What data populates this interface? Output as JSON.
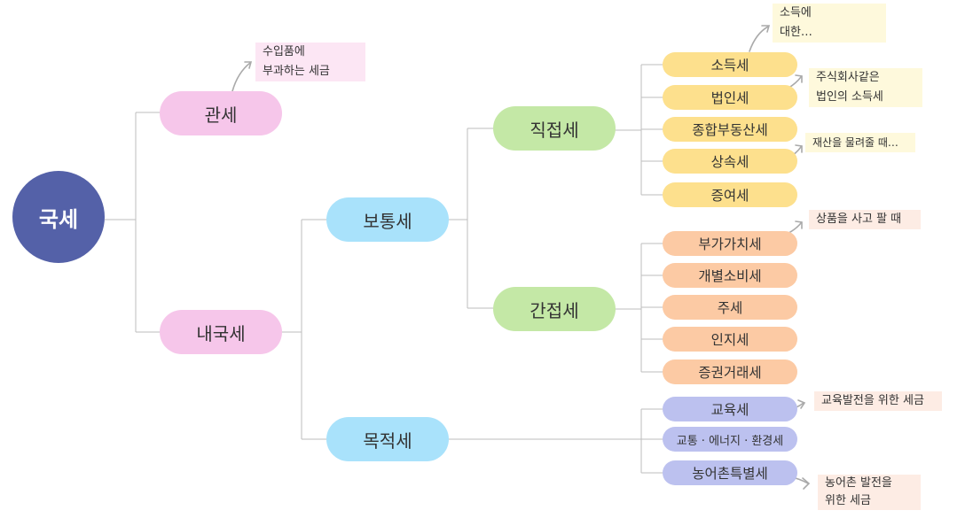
{
  "root": "국세",
  "customs": "관세",
  "internal": "내국세",
  "ordinary": "보통세",
  "purpose": "목적세",
  "direct": "직접세",
  "indirect": "간접세",
  "direct_taxes": [
    "소득세",
    "법인세",
    "종합부동산세",
    "상속세",
    "증여세"
  ],
  "indirect_taxes": [
    "부가가치세",
    "개별소비세",
    "주세",
    "인지세",
    "증권거래세"
  ],
  "purpose_taxes": [
    "교육세",
    "교통 · 에너지 · 환경세",
    "농어촌특별세"
  ],
  "notes": {
    "customs": [
      "수입품에",
      "부과하는 세금"
    ],
    "income": [
      "소득에",
      "대한…"
    ],
    "corporate": [
      "주식회사같은",
      "법인의 소득세"
    ],
    "inheritance": [
      "재산을 물려줄 때…"
    ],
    "vat": [
      "상품을 사고 팔 때"
    ],
    "education": [
      "교육발전을 위한 세금"
    ],
    "rural": [
      "농어촌 발전을",
      "위한 세금"
    ]
  }
}
